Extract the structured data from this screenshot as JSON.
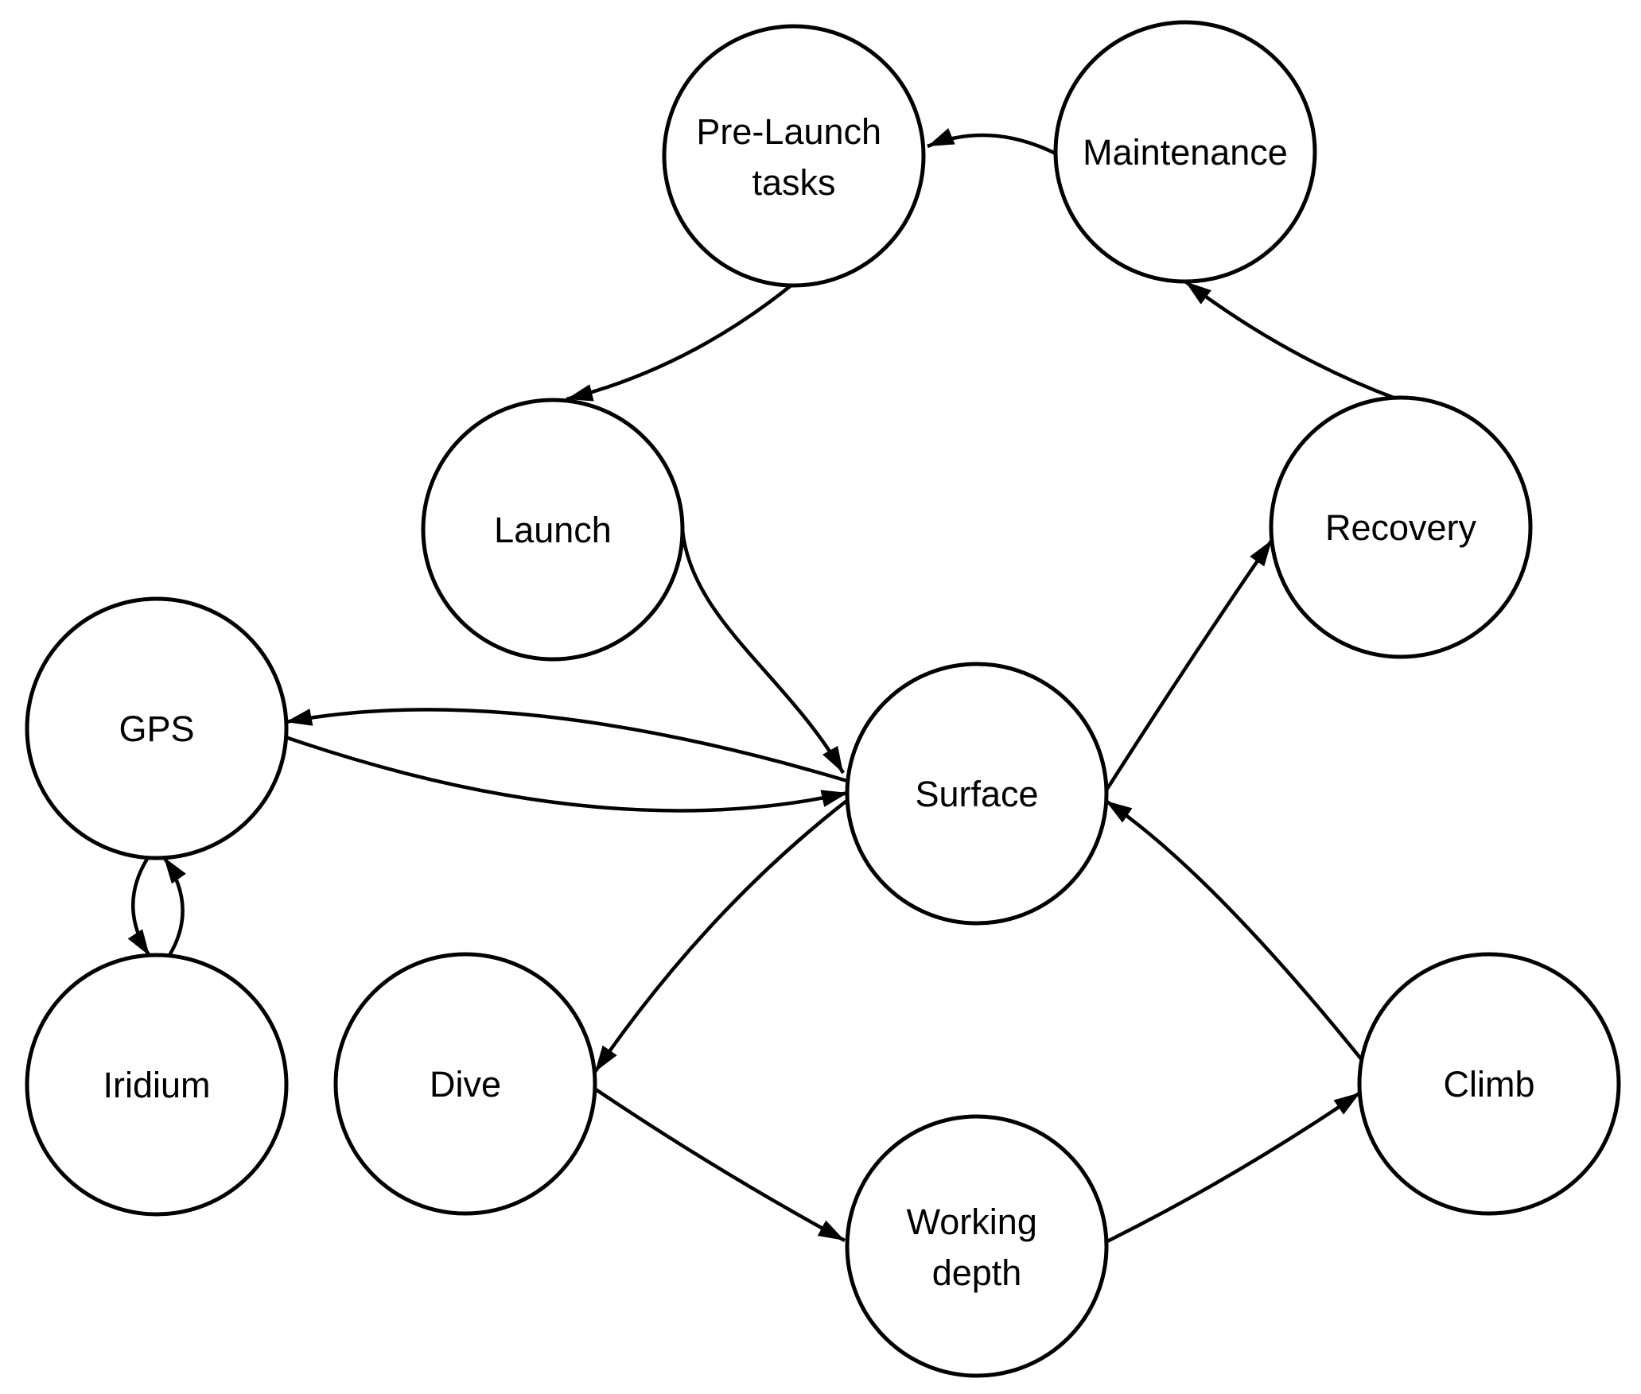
{
  "diagram": {
    "type": "state-diagram",
    "background": "#ffffff",
    "stroke_color": "#000000",
    "node_shape": "circle"
  },
  "nodes": {
    "pre_launch_tasks": {
      "label": "Pre-Launch tasks",
      "lines": [
        "Pre-Launch",
        "tasks"
      ]
    },
    "maintenance": {
      "label": "Maintenance",
      "lines": [
        "Maintenance"
      ]
    },
    "launch": {
      "label": "Launch",
      "lines": [
        "Launch"
      ]
    },
    "recovery": {
      "label": "Recovery",
      "lines": [
        "Recovery"
      ]
    },
    "gps": {
      "label": "GPS",
      "lines": [
        "GPS"
      ]
    },
    "surface": {
      "label": "Surface",
      "lines": [
        "Surface"
      ]
    },
    "iridium": {
      "label": "Iridium",
      "lines": [
        "Iridium"
      ]
    },
    "dive": {
      "label": "Dive",
      "lines": [
        "Dive"
      ]
    },
    "working_depth": {
      "label": "Working depth",
      "lines": [
        "Working",
        "depth"
      ]
    },
    "climb": {
      "label": "Climb",
      "lines": [
        "Climb"
      ]
    }
  },
  "edges": [
    {
      "from": "maintenance",
      "to": "pre_launch_tasks"
    },
    {
      "from": "pre_launch_tasks",
      "to": "launch"
    },
    {
      "from": "launch",
      "to": "surface"
    },
    {
      "from": "gps",
      "to": "surface"
    },
    {
      "from": "surface",
      "to": "gps"
    },
    {
      "from": "gps",
      "to": "iridium"
    },
    {
      "from": "iridium",
      "to": "gps"
    },
    {
      "from": "surface",
      "to": "dive"
    },
    {
      "from": "dive",
      "to": "working_depth"
    },
    {
      "from": "working_depth",
      "to": "climb"
    },
    {
      "from": "climb",
      "to": "surface"
    },
    {
      "from": "surface",
      "to": "recovery"
    },
    {
      "from": "recovery",
      "to": "maintenance"
    }
  ]
}
